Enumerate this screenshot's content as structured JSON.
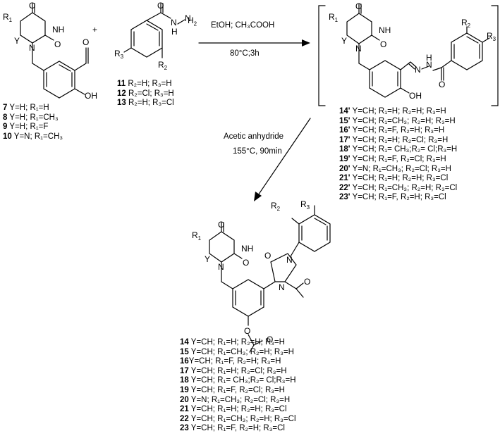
{
  "reagents": {
    "plus": "+",
    "hydrazide_label": "H",
    "nh2_label": "N",
    "nh2_sub": "H",
    "nh2_sub2": "2"
  },
  "conditions": {
    "step1": "EtOH; CH₃COOH",
    "step1_temp": "80°C;3h",
    "step2": "Acetic anhydride",
    "step2_temp": "155°C, 90min"
  },
  "compounds_a": [
    {
      "id": "7",
      "text": " Y=H; R₁=H"
    },
    {
      "id": "8",
      "text": " Y=H; R₁=CH₃"
    },
    {
      "id": "9",
      "text": " Y=H; R₁=F"
    },
    {
      "id": "10",
      "text": " Y=N; R₁=CH₃"
    }
  ],
  "compounds_b": [
    {
      "id": "11",
      "text": " R₂=H; R₃=H"
    },
    {
      "id": "12",
      "text": " R₂=Cl; R₃=H"
    },
    {
      "id": "13",
      "text": " R₂=H; R₃=Cl"
    }
  ],
  "compounds_hydrazone": [
    {
      "id": "14'",
      "text": " Y=CH; R₁=H; R₂=H; R₃=H"
    },
    {
      "id": "15'",
      "text": " Y=CH; R₁=CH₃; R₂=H; R₃=H"
    },
    {
      "id": "16'",
      "text": " Y=CH; R₁=F, R₂=H; R₃=H"
    },
    {
      "id": "17'",
      "text": " Y=CH; R₁=H; R₂=Cl; R₃=H"
    },
    {
      "id": "18'",
      "text": " Y=CH; R₁= CH₃;R₂= Cl;R₃=H"
    },
    {
      "id": "19'",
      "text": " Y=CH; R₁=F, R₂=Cl; R₃=H"
    },
    {
      "id": "20'",
      "text": " Y=N; R₁=CH₃; R₂=Cl; R₃=H"
    },
    {
      "id": "21'",
      "text": " Y=CH; R₁=H; R₂=H; R₃=Cl"
    },
    {
      "id": "22'",
      "text": " Y=CH; R₁=CH₃; R₂=H; R₃=Cl"
    },
    {
      "id": "23'",
      "text": " Y=CH; R₁=F, R₂=H; R₃=Cl"
    }
  ],
  "compounds_oxadiazoline": [
    {
      "id": "14",
      "text": " Y=CH; R₁=H; R₂=H; R₃=H"
    },
    {
      "id": "15",
      "text": " Y=CH; R₁=CH₃; R₂=H; R₃=H"
    },
    {
      "id": "16",
      "text": "Y=CH; R₁=F, R₂=H; R₃=H"
    },
    {
      "id": "17",
      "text": " Y=CH; R₁=H; R₂=Cl; R₃=H"
    },
    {
      "id": "18",
      "text": " Y=CH; R₁= CH₃;R₂= Cl;R₃=H"
    },
    {
      "id": "19",
      "text": " Y=CH; R₁=F, R₂=Cl; R₃=H"
    },
    {
      "id": "20",
      "text": " Y=N; R₁=CH₃; R₂=Cl; R₃=H"
    },
    {
      "id": "21",
      "text": " Y=CH; R₁=H; R₂=H; R₃=Cl"
    },
    {
      "id": "22",
      "text": " Y=CH; R₁=CH₃; R₂=H; R₃=Cl"
    },
    {
      "id": "23",
      "text": " Y=CH; R₁=F, R₂=H; R₃=Cl"
    }
  ]
}
